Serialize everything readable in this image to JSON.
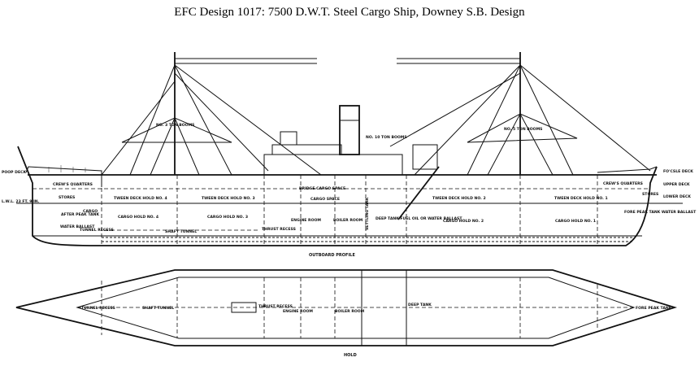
{
  "title": "EFC Design 1017:  7500 D.W.T. Steel Cargo Ship, Downey S.B. Design",
  "profile": {
    "caption": "OUTBOARD PROFILE",
    "labels": {
      "poop_deck": "POOP DECK",
      "lwl": "L.W.L. 23 FT. 9 IN.",
      "crews_quarters_aft": "CREW'S QUARTERS",
      "stores_aft": "STORES",
      "after_peak_tank": "AFTER PEAK TANK",
      "cargo_aft": "CARGO",
      "water_ballast_aft": "WATER BALLAST",
      "tunnel_recess": "TUNNEL RECESS",
      "tween_deck_4": "TWEEN DECK HOLD NO. 4",
      "tween_deck_3": "TWEEN DECK HOLD NO. 3",
      "cargo_hold_4": "CARGO HOLD NO. 4",
      "cargo_hold_3": "CARGO HOLD NO. 3",
      "shaft_tunnel": "SHAFT TUNNEL",
      "thrust_recess": "THRUST RECESS",
      "bridge_cargo_space": "BRIDGE CARGO SPACE",
      "cargo_space": "CARGO SPACE",
      "engine_room": "ENGINE ROOM",
      "boiler_room": "BOILER ROOM",
      "settling_tank": "SETTLING TANK",
      "deep_tank": "DEEP TANK FUEL OIL OR WATER BALLAST",
      "tween_deck_2": "TWEEN DECK HOLD NO. 2",
      "tween_deck_1": "TWEEN DECK HOLD NO. 1",
      "cargo_hold_2": "CARGO HOLD NO. 2",
      "cargo_hold_1": "CARGO HOLD NO. 1",
      "crews_quarters_fwd": "CREW'S QUARTERS",
      "stores_fwd": "STORES",
      "fore_peak_tank": "FORE PEAK TANK WATER BALLAST",
      "forecastle_deck": "FO'CSLE DECK",
      "upper_deck": "UPPER DECK",
      "lower_deck": "LOWER DECK",
      "booms_aft": "NO. 3 TON BOOMS",
      "booms_mid": "NO. 10 TON BOOMS",
      "booms_fwd": "NO. 5 TON BOOMS"
    }
  },
  "hold": {
    "caption": "HOLD",
    "labels": {
      "tunnel_recess": "TUNNEL RECESS",
      "shaft_tunnel": "SHAFT TUNNEL",
      "thrust_recess": "THRUST RECESS",
      "engine_room": "ENGINE ROOM",
      "boiler_room": "BOILER ROOM",
      "deep_tank": "DEEP TANK",
      "fore_peak_tank": "FORE PEAK TANK"
    }
  }
}
